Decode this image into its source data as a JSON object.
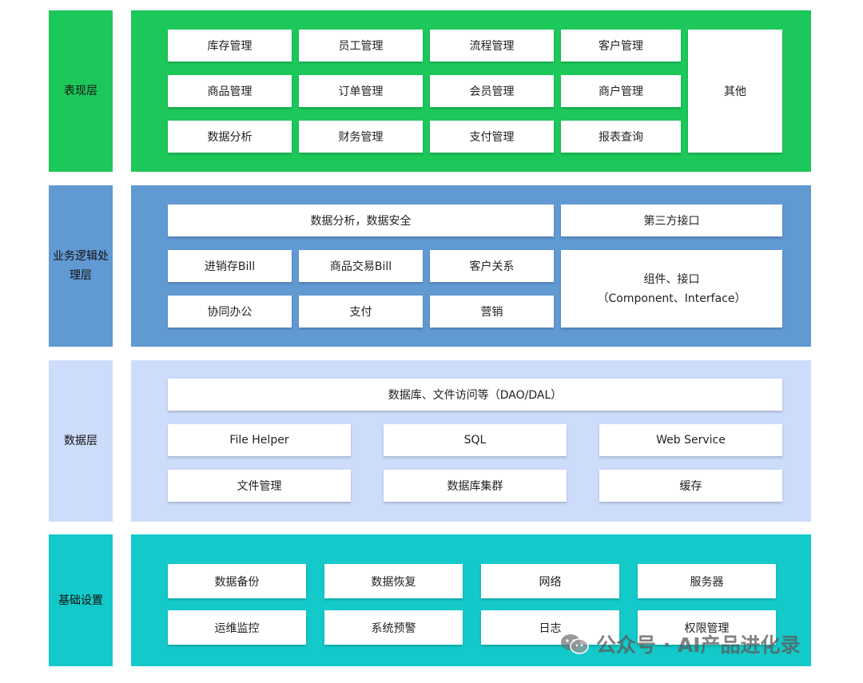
{
  "layers": {
    "presentation": {
      "label": "表现层",
      "items": [
        "库存管理",
        "员工管理",
        "流程管理",
        "客户管理",
        "商品管理",
        "订单管理",
        "会员管理",
        "商户管理",
        "数据分析",
        "财务管理",
        "支付管理",
        "报表查询"
      ],
      "other": "其他"
    },
    "business": {
      "label_line1": "业务逻辑处",
      "label_line2": "理层",
      "data_security": "数据分析，数据安全",
      "third_party": "第三方接口",
      "items": [
        "进销存Bill",
        "商品交易Bill",
        "客户关系",
        "协同办公",
        "支付",
        "营销"
      ],
      "component_line1": "组件、接口",
      "component_line2": "（Component、Interface）"
    },
    "data": {
      "label": "数据层",
      "dao": "数据库、文件访问等（DAO/DAL）",
      "items": [
        "File Helper",
        "SQL",
        "Web Service",
        "文件管理",
        "数据库集群",
        "缓存"
      ]
    },
    "infrastructure": {
      "label": "基础设置",
      "items": [
        "数据备份",
        "数据恢复",
        "网络",
        "服务器",
        "运维监控",
        "系统预警",
        "日志",
        "权限管理"
      ]
    }
  },
  "watermark": "公众号 · AI产品进化录",
  "colors": {
    "presentation": "#1dc85a",
    "business": "#6199d3",
    "data": "#cddcfb",
    "infrastructure": "#14c9c9"
  }
}
